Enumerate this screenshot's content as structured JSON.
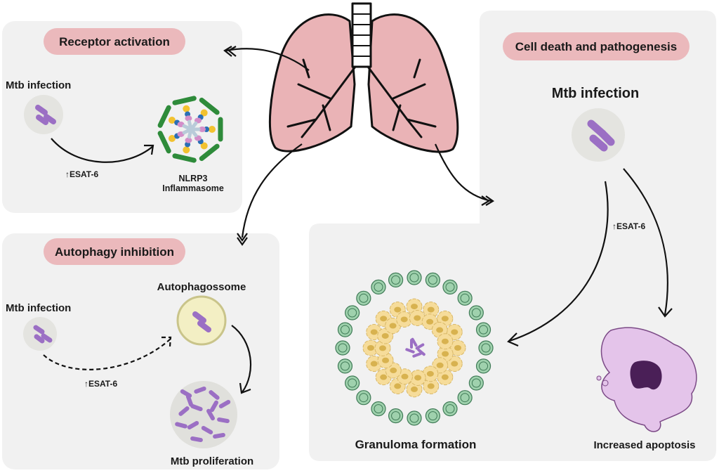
{
  "colors": {
    "panel": "#f1f1f1",
    "pill": "#ebb9bc",
    "lung": "#eab3b6",
    "bacteria": "#9b6fc4",
    "macrophage": "#f6dc9a",
    "lymphocyte": "#9fd1ad",
    "apoptotic_cell": "#e4c4ea",
    "nucleus": "#4a1f57",
    "autophagosome": "#f3efc4"
  },
  "receptor_panel": {
    "title": "Receptor activation",
    "infection_label": "Mtb infection",
    "esat_label": "ESAT-6",
    "complex_label_1": "NLRP3",
    "complex_label_2": "Inflammasome"
  },
  "autophagy_panel": {
    "title": "Autophagy inhibition",
    "infection_label": "Mtb infection",
    "esat_label": "ESAT-6",
    "autophagosome_label": "Autophagossome",
    "proliferation_label": "Mtb proliferation"
  },
  "cell_death_panel": {
    "title": "Cell death and pathogenesis",
    "infection_label": "Mtb infection",
    "esat_label": "ESAT-6",
    "granuloma_label": "Granuloma formation",
    "apoptosis_label": "Increased apoptosis"
  }
}
